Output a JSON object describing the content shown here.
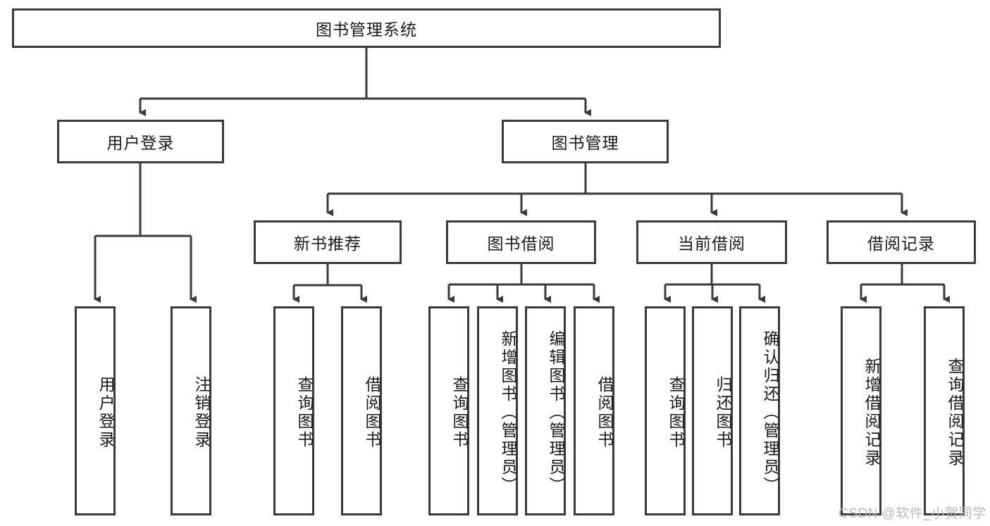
{
  "diagram": {
    "title_node": {
      "label": "图书管理系统"
    },
    "level1": [
      {
        "label": "用户登录"
      },
      {
        "label": "图书管理"
      }
    ],
    "level2": [
      {
        "label": "新书推荐"
      },
      {
        "label": "图书借阅"
      },
      {
        "label": "当前借阅"
      },
      {
        "label": "借阅记录"
      }
    ],
    "leaves": {
      "user_login": [
        {
          "label": "用户登录"
        },
        {
          "label": "注销登录"
        }
      ],
      "new_book_recommend": [
        {
          "label": "查询图书"
        },
        {
          "label": "借阅图书"
        }
      ],
      "book_borrow": [
        {
          "label": "查询图书"
        },
        {
          "label": "新增图书（管理员）"
        },
        {
          "label": "编辑图书（管理员）"
        },
        {
          "label": "借阅图书"
        }
      ],
      "current_borrow": [
        {
          "label": "查询图书"
        },
        {
          "label": "归还图书"
        },
        {
          "label": "确认归还（管理员）"
        }
      ],
      "borrow_record": [
        {
          "label": "新增借阅记录"
        },
        {
          "label": "查询借阅记录"
        }
      ]
    }
  },
  "watermark": {
    "text": "CSDN @软件_小贺同学"
  },
  "colors": {
    "stroke": "#3a3a3a",
    "background": "#ffffff",
    "text": "#1a1a1a",
    "watermark": "#b9b9b9"
  }
}
